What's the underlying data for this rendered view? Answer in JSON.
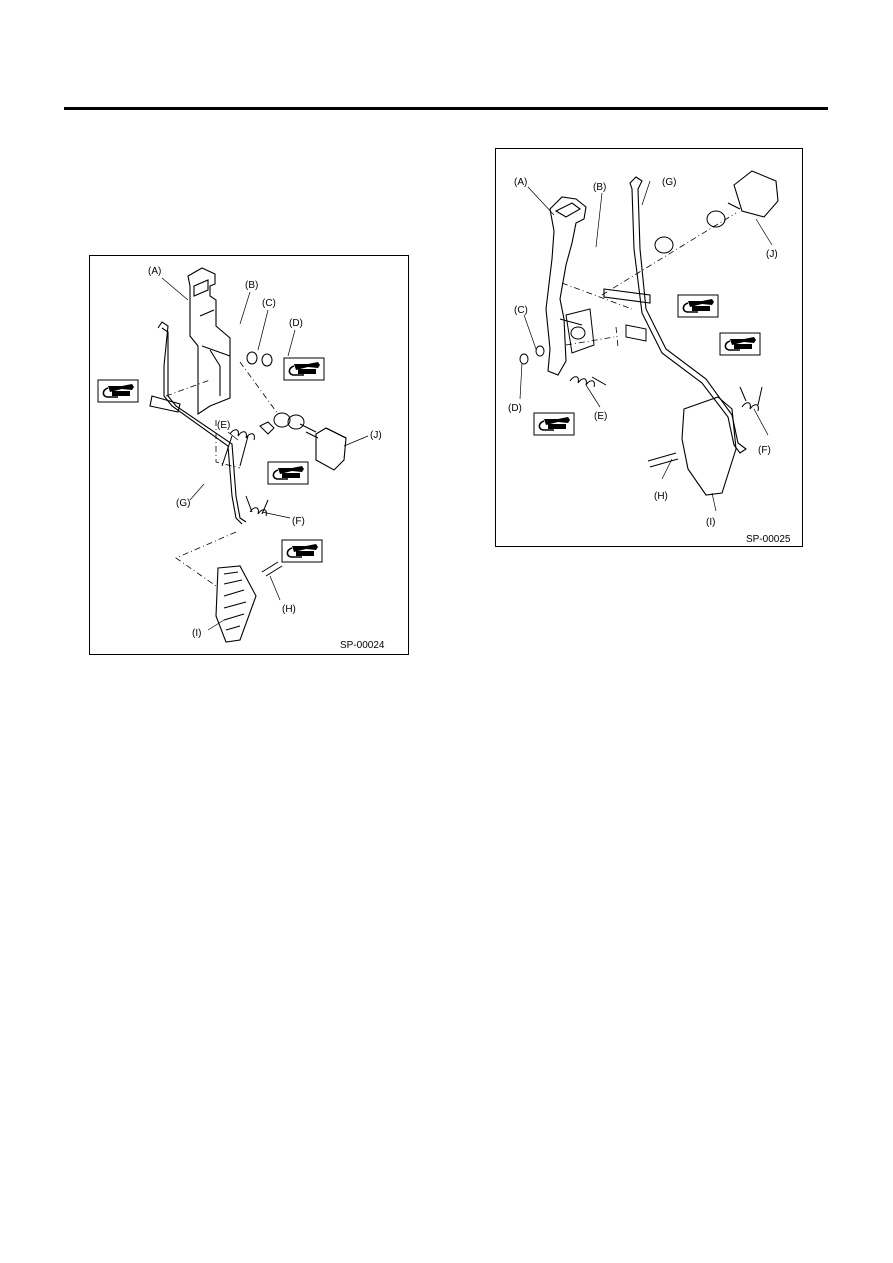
{
  "figures": [
    {
      "code": "SP-00024",
      "labels": {
        "A": "(A)",
        "B": "(B)",
        "C": "(C)",
        "D": "(D)",
        "E": "(E)",
        "F": "(F)",
        "G": "(G)",
        "H": "(H)",
        "I": "(I)",
        "J": "(J)"
      }
    },
    {
      "code": "SP-00025",
      "labels": {
        "A": "(A)",
        "B": "(B)",
        "C": "(C)",
        "D": "(D)",
        "E": "(E)",
        "F": "(F)",
        "G": "(G)",
        "H": "(H)",
        "I": "(I)",
        "J": "(J)"
      }
    }
  ],
  "grease_symbol": "grease-gun-icon"
}
